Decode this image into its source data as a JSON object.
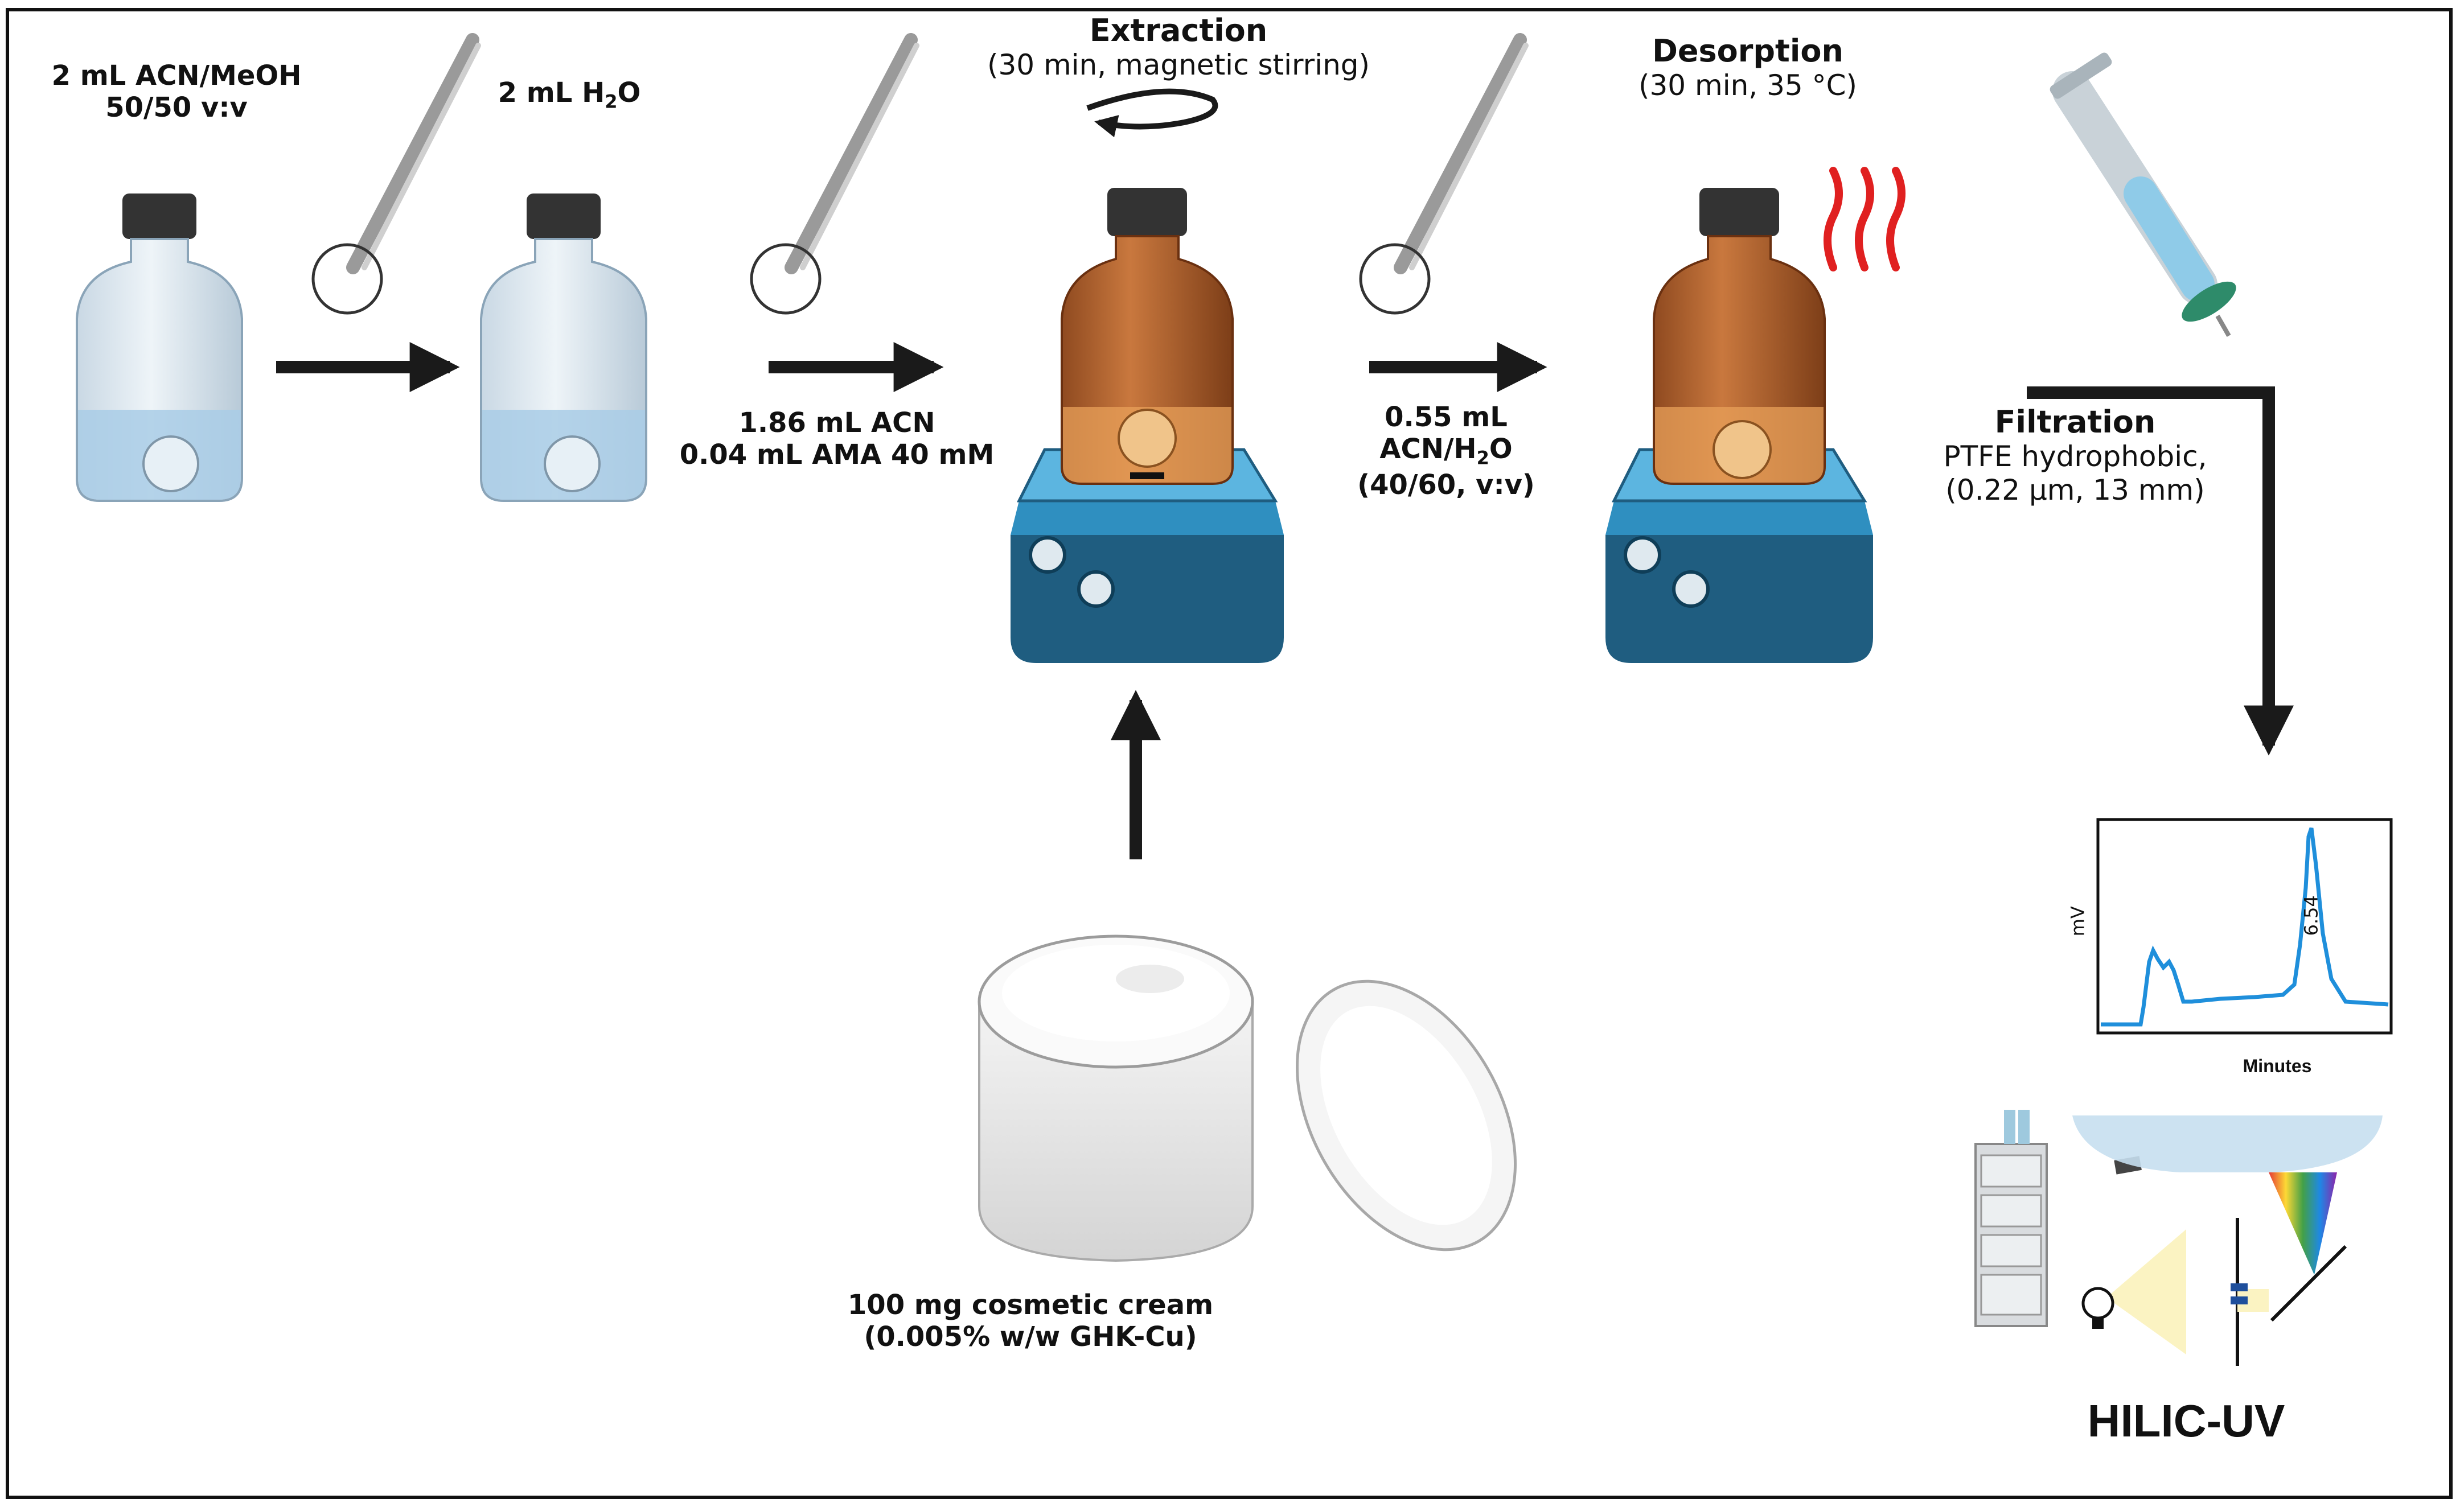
{
  "steps": {
    "conditioning1": {
      "line1": "2 mL ACN/MeOH",
      "line2": "50/50 v:v"
    },
    "conditioning2": {
      "label_prefix": "2 mL H",
      "label_sub": "2",
      "label_suffix": "O"
    },
    "extraction_solvent": {
      "line1": "1.86 mL ACN",
      "line2": "0.04 mL AMA 40 mM"
    },
    "extraction": {
      "title": "Extraction",
      "detail": "(30 min, magnetic stirring)"
    },
    "desorption_solvent": {
      "line1": "0.55 mL",
      "line2_prefix": "ACN/H",
      "line2_sub": "2",
      "line2_suffix": "O",
      "line3": "(40/60, v:v)"
    },
    "desorption": {
      "title": "Desorption",
      "detail": "(30 min, 35 °C)"
    },
    "filtration": {
      "title": "Filtration",
      "line1": "PTFE hydrophobic,",
      "line2": "(0.22 µm, 13 mm)"
    },
    "sample": {
      "line1": "100 mg cosmetic cream",
      "line2": "(0.005% w/w GHK-Cu)"
    },
    "analysis": {
      "title": "HILIC-UV"
    }
  },
  "chromatogram": {
    "ylabel": "mV",
    "xlabel": "Minutes",
    "peak_label": "6.54"
  },
  "colors": {
    "arrow": "#1a1a1a",
    "vial_glass": "#dbe6ef",
    "vial_liquid": "#a9cde6",
    "amber_vial": "#b5652f",
    "stirrer": "#1f5d80",
    "stirrer_top": "#2f8fc0",
    "heat_waves": "#e02020",
    "chromatogram_line": "#1f8fdb"
  }
}
